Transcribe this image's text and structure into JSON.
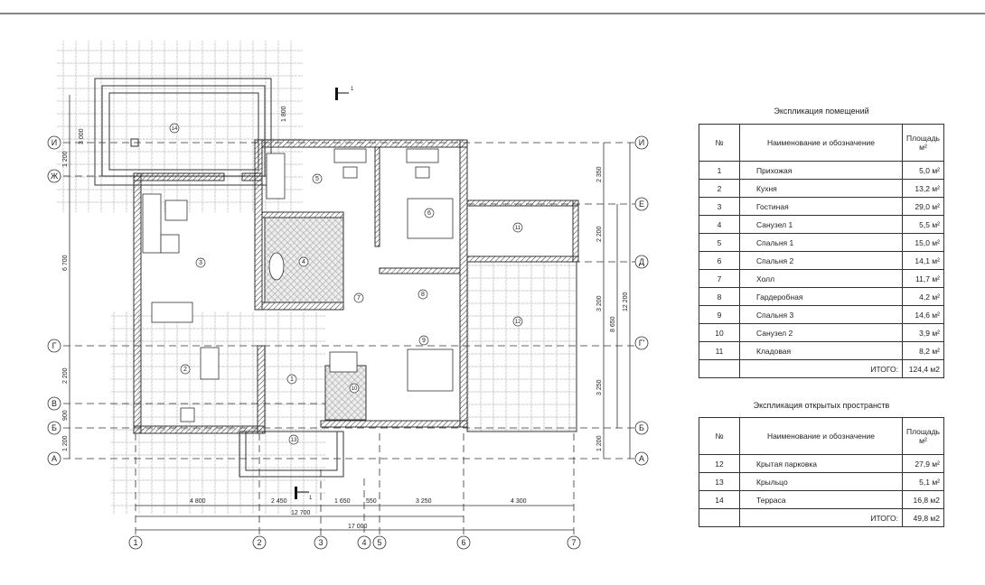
{
  "plan": {
    "axes_rows": [
      "И",
      "Ж",
      "Е",
      "Д",
      "Г",
      "Г'",
      "В",
      "Б",
      "А"
    ],
    "axes_cols": [
      "1",
      "2",
      "3",
      "4",
      "5",
      "6",
      "7"
    ],
    "dims_bottom": [
      "4 800",
      "2 450",
      "1 650",
      "550",
      "3 250",
      "4 300"
    ],
    "dim_12700": "12 700",
    "dim_17000": "17 000",
    "dims_left": [
      "3 000",
      "1 200",
      "6 700",
      "2 200",
      "900",
      "1 200"
    ],
    "dim_1800": "1 800",
    "dims_right": [
      "2 350",
      "2 200",
      "3 200",
      "3 250",
      "1 200"
    ],
    "dim_8650": "8 650",
    "dim_12200": "12 200",
    "section_mark": "1",
    "rooms": [
      "1",
      "2",
      "3",
      "4",
      "5",
      "6",
      "7",
      "8",
      "9",
      "10",
      "11",
      "12",
      "13",
      "14"
    ]
  },
  "rooms_table": {
    "title": "Экспликация помещений",
    "col_no": "№",
    "col_name": "Наименование и обозначение",
    "col_area": "Площадь м²",
    "rows": [
      {
        "no": "1",
        "name": "Прихожая",
        "area": "5,0 м²"
      },
      {
        "no": "2",
        "name": "Кухня",
        "area": "13,2 м²"
      },
      {
        "no": "3",
        "name": "Гостиная",
        "area": "29,0 м²"
      },
      {
        "no": "4",
        "name": "Санузел 1",
        "area": "5,5 м²"
      },
      {
        "no": "5",
        "name": "Спальня 1",
        "area": "15,0 м²"
      },
      {
        "no": "6",
        "name": "Спальня 2",
        "area": "14,1 м²"
      },
      {
        "no": "7",
        "name": "Холл",
        "area": "11,7 м²"
      },
      {
        "no": "8",
        "name": "Гардеробная",
        "area": "4,2 м²"
      },
      {
        "no": "9",
        "name": "Спальня 3",
        "area": "14,6 м²"
      },
      {
        "no": "10",
        "name": "Санузел 2",
        "area": "3,9 м²"
      },
      {
        "no": "11",
        "name": "Кладовая",
        "area": "8,2 м²"
      }
    ],
    "total_label": "ИТОГО:",
    "total": "124,4 м2"
  },
  "open_table": {
    "title": "Экспликация открытых пространств",
    "col_no": "№",
    "col_name": "Наименование и обозначение",
    "col_area": "Площадь м²",
    "rows": [
      {
        "no": "12",
        "name": "Крытая парковка",
        "area": "27,9 м²"
      },
      {
        "no": "13",
        "name": "Крыльцо",
        "area": "5,1 м²"
      },
      {
        "no": "14",
        "name": "Терраса",
        "area": "16,8 м2"
      }
    ],
    "total_label": "ИТОГО:",
    "total": "49,8 м2"
  }
}
